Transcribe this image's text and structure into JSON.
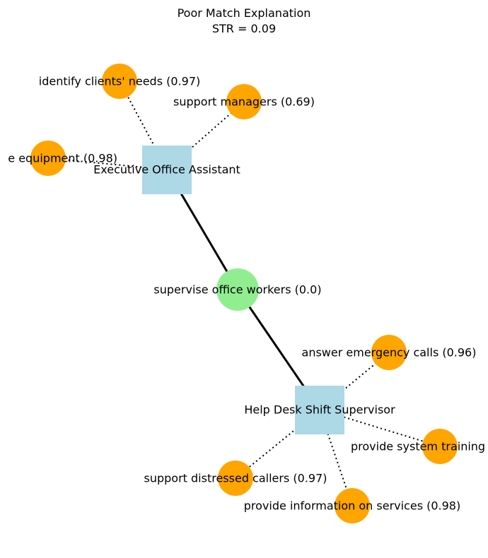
{
  "title": "Poor Match Explanation",
  "subtitle": "STR = 0.09",
  "colors": {
    "job_node": "#add8e6",
    "shared_skill_node": "#90ee90",
    "skill_node": "#ffa500",
    "edge": "#000000"
  },
  "jobs": [
    {
      "id": "executive-office-assistant",
      "label": "Executive Office Assistant"
    },
    {
      "id": "help-desk-shift-supervisor",
      "label": "Help Desk Shift Supervisor"
    }
  ],
  "shared_skill": {
    "id": "supervise-office-workers",
    "label": "supervise office workers (0.0)"
  },
  "skills": [
    {
      "id": "identify-clients-needs",
      "job": "executive-office-assistant",
      "label": "identify clients' needs (0.97)"
    },
    {
      "id": "support-managers",
      "job": "executive-office-assistant",
      "label": "support managers (0.69)"
    },
    {
      "id": "use-equipment",
      "job": "executive-office-assistant",
      "label": "e equipment (0.98)"
    },
    {
      "id": "answer-emergency-calls",
      "job": "help-desk-shift-supervisor",
      "label": "answer emergency calls (0.96)"
    },
    {
      "id": "provide-system-training",
      "job": "help-desk-shift-supervisor",
      "label": "provide system training"
    },
    {
      "id": "support-distressed-callers",
      "job": "help-desk-shift-supervisor",
      "label": "support distressed callers (0.97)"
    },
    {
      "id": "provide-information-on-services",
      "job": "help-desk-shift-supervisor",
      "label": "provide information on services (0.98)"
    }
  ]
}
